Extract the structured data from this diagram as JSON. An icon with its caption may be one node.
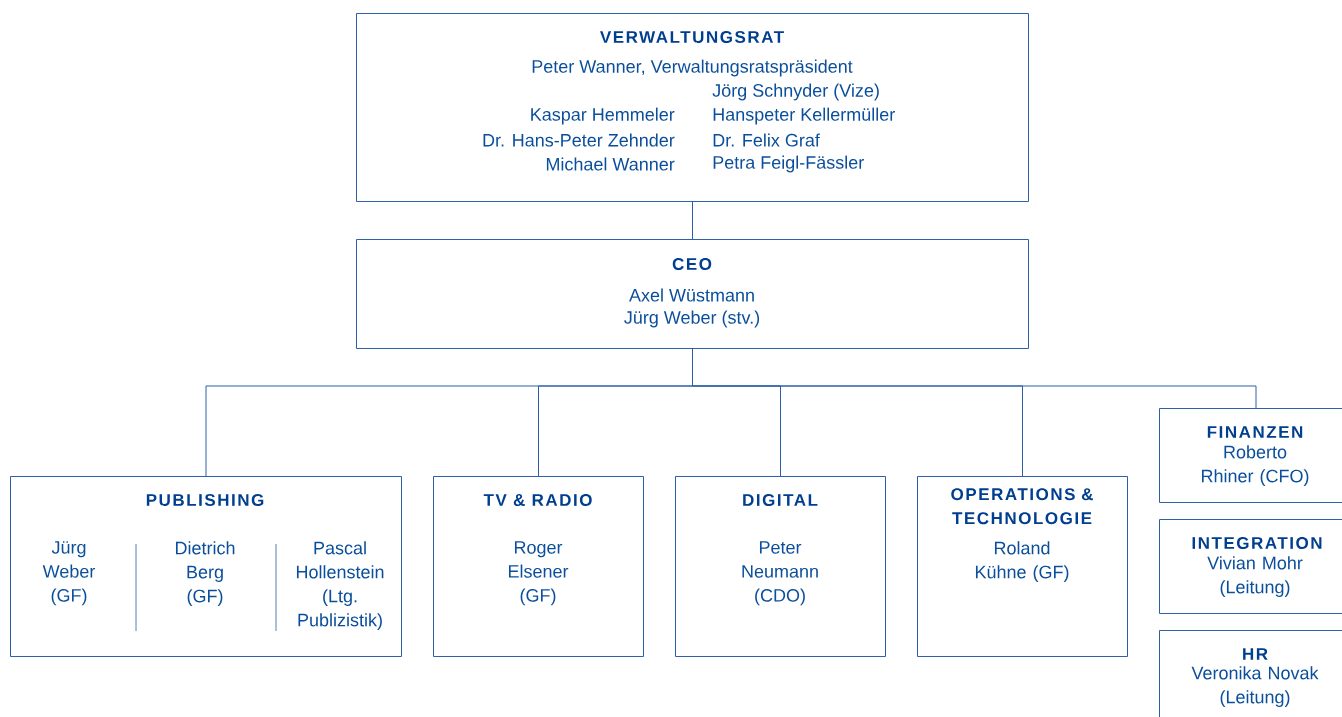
{
  "diagram": {
    "nodes": [
      {
        "text": [
          "VERWALTUNGSRAT",
          "Peter Wanner, Verwaltungsratspräsident",
          "Jörg Schnyder (Vize)",
          "Kaspar Hemmeler",
          "Hanspeter Kellermüller",
          "Dr. Hans-Peter Zehnder",
          "Dr. Felix Graf",
          "Michael Wanner",
          "Petra Feigl-Fässler"
        ]
      },
      {
        "text": [
          "CEO",
          "Axel Wüstmann",
          "Jürg Weber (stv.)"
        ]
      },
      {
        "text": [
          "PUBLISHING",
          "Jürg Weber (GF)",
          "Dietrich Berg (GF)",
          "Pascal Hollenstein (Ltg. Publizistik)"
        ]
      },
      {
        "text": [
          "TV & RADIO",
          "Roger Elsener (GF)"
        ]
      },
      {
        "text": [
          "DIGITAL",
          "Peter Neumann (CDO)"
        ]
      },
      {
        "text": [
          "OPERATIONS & TECHNOLOGIE",
          "Roland Kühne (GF)"
        ]
      },
      {
        "text": [
          "FINANZEN",
          "Roberto Rhiner (CFO)"
        ]
      },
      {
        "text": [
          "INTEGRATION",
          "Vivian Mohr (Leitung)"
        ]
      },
      {
        "text": [
          "HR",
          "Veronika Novak (Leitung)"
        ]
      }
    ],
    "edges": [
      {
        "from": 0,
        "to": 1,
        "arrow": "none"
      },
      {
        "from": 1,
        "to": 2,
        "arrow": "none"
      },
      {
        "from": 1,
        "to": 3,
        "arrow": "none"
      },
      {
        "from": 1,
        "to": 4,
        "arrow": "none"
      },
      {
        "from": 1,
        "to": 5,
        "arrow": "none"
      },
      {
        "from": 1,
        "to": 6,
        "arrow": "none"
      }
    ]
  }
}
